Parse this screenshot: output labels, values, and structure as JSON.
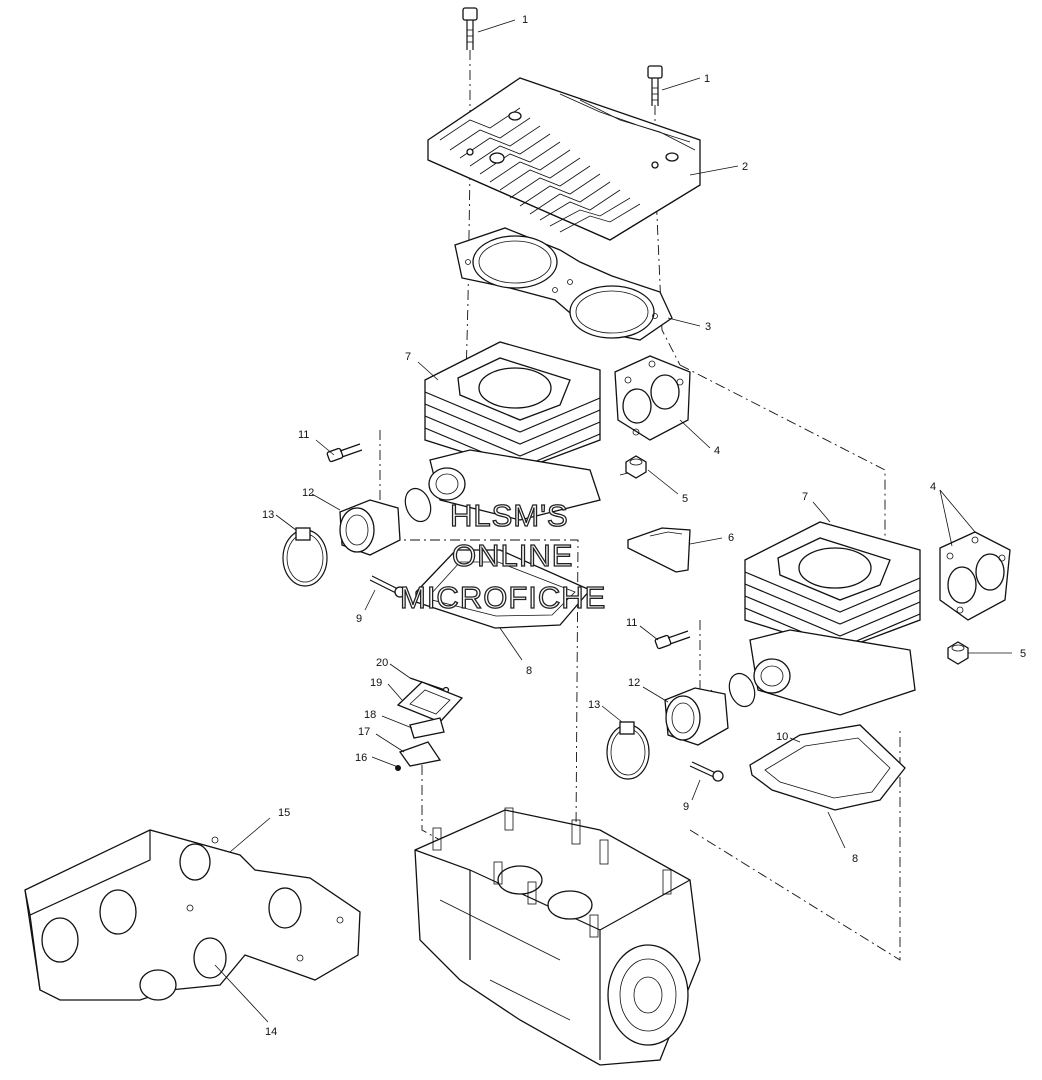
{
  "diagram": {
    "callouts": [
      "1",
      "1",
      "2",
      "3",
      "4",
      "4",
      "5",
      "5",
      "6",
      "7",
      "7",
      "8",
      "8",
      "9",
      "9",
      "10",
      "11",
      "11",
      "12",
      "12",
      "13",
      "13",
      "14",
      "15",
      "16",
      "17",
      "18",
      "19",
      "20"
    ]
  },
  "watermark": {
    "line1": "HLSM'S",
    "line2": "ONLINE",
    "line3": "MICROFICHE"
  }
}
